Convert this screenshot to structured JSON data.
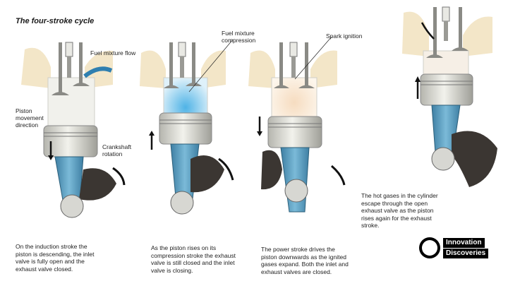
{
  "title": "The four-stroke cycle",
  "labels": {
    "fuel_flow": "Fuel mixture flow",
    "fuel_compression": "Fuel mixture compression",
    "spark_ignition": "Spark ignition",
    "piston_direction": "Piston movement direction",
    "crankshaft_rotation": "Crankshaft rotation"
  },
  "captions": {
    "induction": "On the induction stroke the piston is descending, the inlet valve is fully open and the exhaust valve closed.",
    "compression": "As the piston rises on its compression stroke the exhaust valve is still closed and the inlet valve is closing.",
    "power": "The power stroke drives the piston downwards as the ignited gases expand. Both the inlet and exhaust valves are closed.",
    "exhaust": "The hot gases in the cylinder escape through the open exhaust valve as the piston rises again for the exhaust stroke."
  },
  "logo": {
    "line1": "Innovation",
    "line2": "Discoveries"
  },
  "colors": {
    "rod_blue": "#5a9fc2",
    "crank_dark": "#3b3632",
    "piston_silver": "#d8d8d2",
    "compression_blue": "#7fc7ea",
    "port_cream": "#f3e6c8"
  }
}
